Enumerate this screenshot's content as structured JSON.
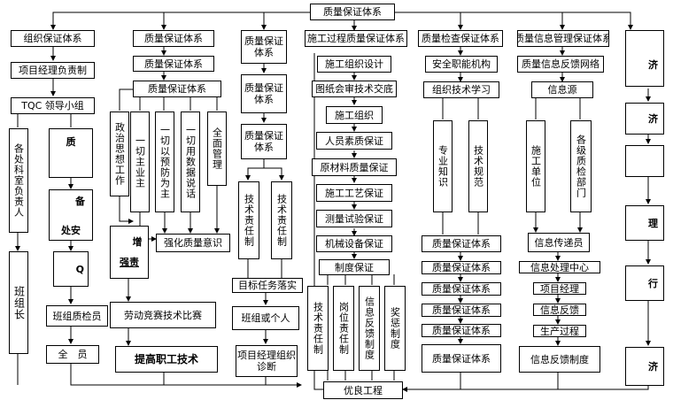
{
  "top": "质量保证体系",
  "bottom": "优良工程",
  "col1": {
    "title": "组织保证体系",
    "manager": "项目经理负责制",
    "tqc": "TQC 领导小组",
    "dept_heads": "各处科室负责人",
    "zhi": "质",
    "bei": "备",
    "chuan": "处安",
    "q": "Q",
    "team_leader": "班组长",
    "team_inspector": "班组质检员",
    "all_staff": "全　员"
  },
  "col2": {
    "title1": "质量保证体系",
    "title2": "质量保证体系",
    "title3": "质量保证体系",
    "politics": "政治思想工作",
    "user_first": "一切主业主",
    "prevention": "一切以预防为主",
    "data_speak": "一切用数据说话",
    "total_mgmt": "全面管理",
    "zeng": "增",
    "qiangze": "强责",
    "awareness": "强化质量意识",
    "competition": "劳动竞赛技术比赛",
    "improve": "提高职工技术"
  },
  "col3": {
    "qa1": "质量保证体系",
    "qa2": "质量保证体系",
    "qa3": "质量保证体系",
    "tech_resp1": "技术责任制",
    "tech_resp2": "技术责任制",
    "targets": "目标任务落实",
    "team_person": "班组或个人",
    "diagnosis": "项目经理组织诊断"
  },
  "col4": {
    "title": "施工过程质量保证体系",
    "items": [
      "施工组织设计",
      "图纸会审技术交底",
      "施工组织",
      "人员素质保证",
      "原材料质量保证",
      "施工工艺保证",
      "测量试验保证",
      "机械设备保证",
      "制度保证"
    ],
    "sub": [
      "技术责任制",
      "岗位责任制",
      "信息反馈制度",
      "奖惩制度"
    ]
  },
  "col5": {
    "title": "质量检查保证体系",
    "org": "安全职能机构",
    "study": "组织技术学习",
    "knowledge": "专业知识",
    "norms": "技术规范",
    "items": [
      "质量保证体系",
      "质量保证体系",
      "质量保证体系",
      "质量保证体系",
      "质量保证体系",
      "质量保证体系"
    ]
  },
  "col6": {
    "title": "质量信息管理保证体系",
    "feedback_net": "质量信息反馈网络",
    "source": "信息源",
    "unit": "施工单位",
    "dept": "各级质检部门",
    "items": [
      "信息传递员",
      "信息处理中心",
      "项目经理",
      "信息反馈",
      "生产过程",
      "信息反馈制度"
    ]
  },
  "col7": {
    "items": [
      "济",
      "济",
      "",
      "理",
      "行",
      "济"
    ]
  }
}
